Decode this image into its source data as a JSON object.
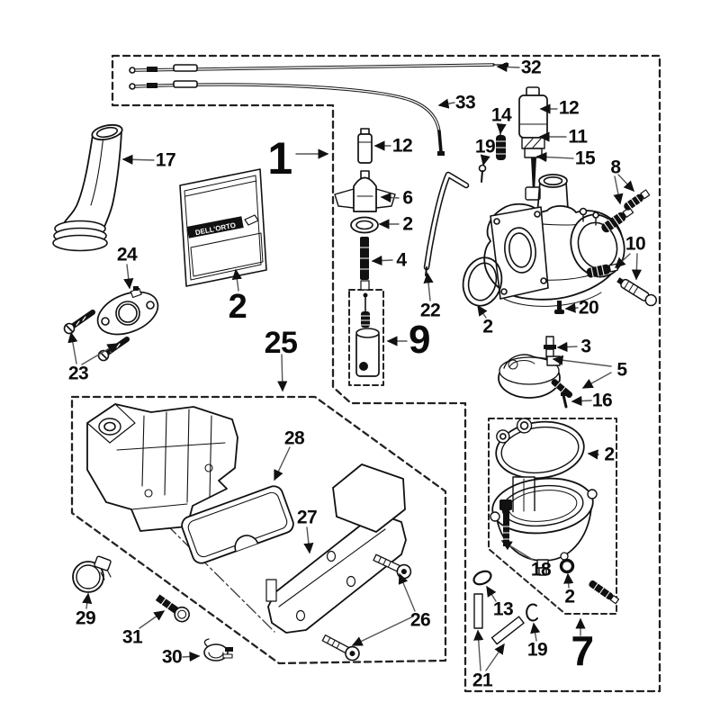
{
  "page": {
    "background": "#ffffff",
    "line_color": "#111111",
    "dash_color": "#222222"
  },
  "sticker": {
    "text": "DELL'ORTO"
  },
  "labels": {
    "n32": "32",
    "n33": "33",
    "n17": "17",
    "n12c": "12",
    "n14": "14",
    "n12r": "12",
    "n19t": "19",
    "n11": "11",
    "n15": "15",
    "n8": "8",
    "n6": "6",
    "n2c": "2",
    "n24": "24",
    "n4": "4",
    "n10": "10",
    "n22": "22",
    "n2g": "2",
    "n20": "20",
    "n23": "23",
    "n3": "3",
    "n5": "5",
    "n16": "16",
    "n2s": "2",
    "n28": "28",
    "n27": "27",
    "n18": "18",
    "n29": "29",
    "n2w": "2",
    "n26": "26",
    "n31": "31",
    "n13": "13",
    "n30": "30",
    "n19b": "19",
    "n21": "21",
    "big1": "1",
    "big2": "2",
    "big25": "25",
    "big9": "9",
    "big7": "7"
  }
}
